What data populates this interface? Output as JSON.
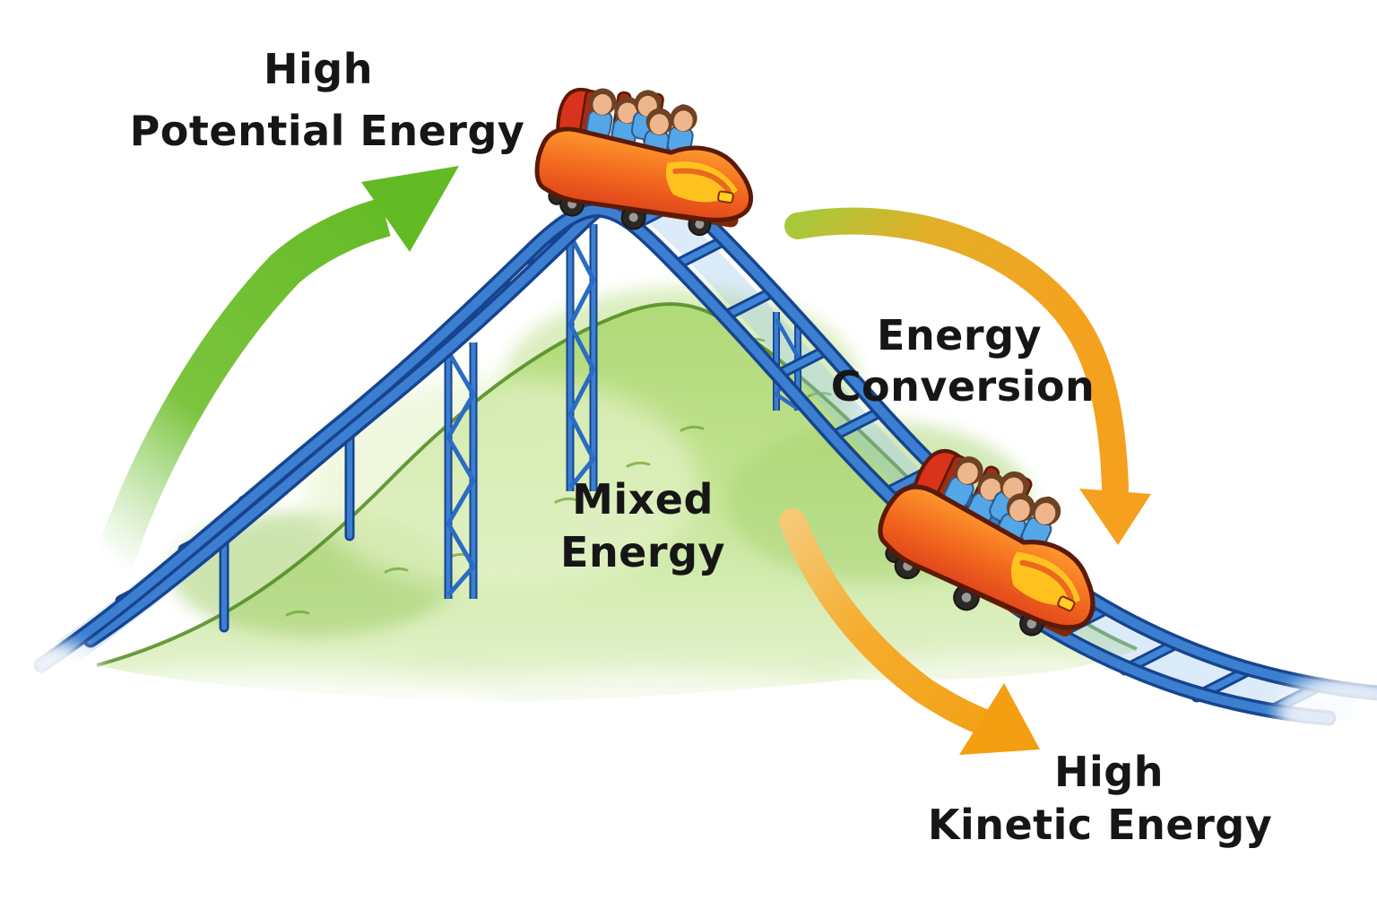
{
  "scene": {
    "type": "educational-diagram",
    "subject": "Roller coaster energy conversion",
    "background_color": "#ffffff"
  },
  "labels": {
    "high_potential": {
      "line1": "High",
      "line2": "Potential Energy"
    },
    "energy_conversion": {
      "line1": "Energy",
      "line2": "Conversion"
    },
    "mixed": {
      "line1": "Mixed",
      "line2": "Energy"
    },
    "high_kinetic": {
      "line1": "High",
      "line2": "Kinetic Energy"
    }
  },
  "arrows": {
    "potential": {
      "meaning": "energy rising toward top of hill",
      "direction": "curved up-right",
      "color": "#62ba24"
    },
    "conversion": {
      "meaning": "potential converting to kinetic",
      "direction": "curved down",
      "color_start": "#a9c83b",
      "color_end": "#f5a01e"
    },
    "kinetic": {
      "meaning": "speed increasing down the slope",
      "direction": "curved down-right",
      "color": "#f49e12"
    }
  },
  "colors": {
    "text": "#161616",
    "track_blue": "#3c7fd0",
    "track_blue_dark": "#17448f",
    "track_band_light": "#9cc6ee",
    "hill_green": "#a9d56d",
    "hill_green_light": "#e6f3cf",
    "hill_outline": "#4f8a1d",
    "car_body_orange": "#ff9d2e",
    "car_body_red": "#e1451a",
    "car_flame_yellow": "#ffc61f",
    "car_outline": "#5c1a06",
    "rider_shirt_blue": "#53a6e8",
    "rider_hair_brown": "#6e4223",
    "rider_skin": "#eeb68c",
    "wheel_dark": "#2b2724",
    "arrow_green": "#62ba24",
    "arrow_orange": "#f5a01e"
  }
}
